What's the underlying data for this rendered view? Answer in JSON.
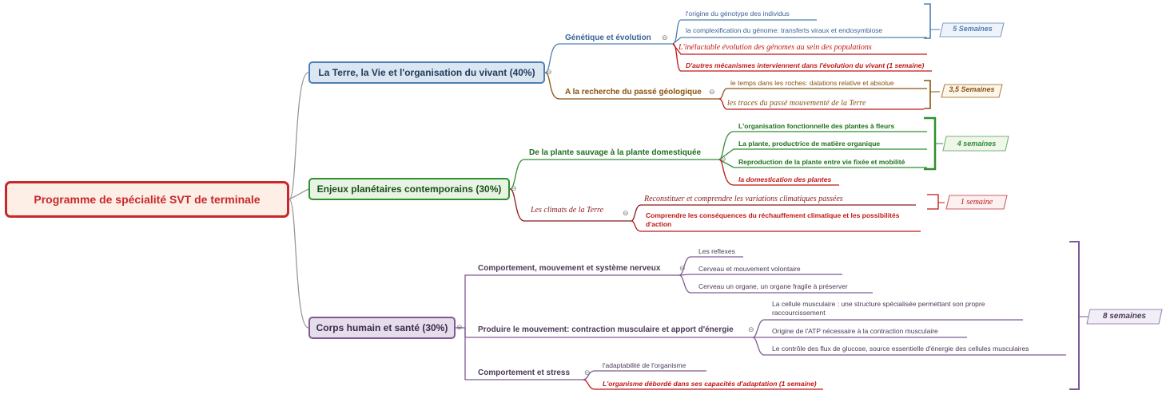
{
  "root": {
    "title": "Programme de spécialité  SVT de terminale"
  },
  "themes": [
    {
      "label": "La Terre, la Vie et  l'organisation du vivant (40%)",
      "color": "#4f7fb5",
      "subs": [
        {
          "label": "Génétique et évolution",
          "leaves": [
            "l'origine du génotype des individus",
            "la complexification du génome: transferts viraux et endosymbiose",
            "L'inéluctable évolution des génomes au sein des populations",
            "D'autres mécanismes interviennent  dans l'évolution du vivant (1 semaine)"
          ]
        },
        {
          "label": "A la recherche du passé géologique",
          "leaves": [
            "le temps dans les roches: datations relative et absolue",
            "les traces du passé mouvementé de la Terre"
          ]
        }
      ],
      "durations": [
        "5 Semaines",
        "3,5 Semaines"
      ]
    },
    {
      "label": "Enjeux planétaires contemporains (30%)",
      "color": "#2f8f2f",
      "subs": [
        {
          "label": "De la plante sauvage à la plante domestiquée",
          "leaves": [
            "L'organisation fonctionnelle des plantes à fleurs",
            "La plante, productrice de matière organique",
            "Reproduction de la plante entre vie fixée et mobilité",
            "la domestication des plantes"
          ]
        },
        {
          "label": "Les climats de la Terre",
          "leaves": [
            "Reconstituer et comprendre les variations climatiques passées",
            "Comprendre les conséquences du réchauffement climatique et les possibilités d'action"
          ]
        }
      ],
      "durations": [
        "4 semaines",
        "1 semaine"
      ]
    },
    {
      "label": "Corps humain et santé (30%)",
      "color": "#7d5a93",
      "subs": [
        {
          "label": "Comportement, mouvement et système nerveux",
          "leaves": [
            "Les reflexes",
            "Cerveau et mouvement volontaire",
            "Cerveau un organe, un organe fragile à préserver"
          ]
        },
        {
          "label": "Produire le mouvement: contraction musculaire et apport d'énergie",
          "leaves": [
            "La cellule musculaire : une structure spécialisée permettant son propre raccourcissement",
            "Origine de l'ATP nécessaire à la contraction musculaire",
            "Le contrôle des flux de glucose, source essentielle d'énergie des cellules musculaires"
          ]
        },
        {
          "label": "Comportement et stress",
          "leaves": [
            "l'adaptabilité de l'organisme",
            "L'organisme débordé dans ses capacités d'adaptation  (1 semaine)"
          ]
        }
      ],
      "durations": [
        "8 semaines"
      ]
    }
  ]
}
